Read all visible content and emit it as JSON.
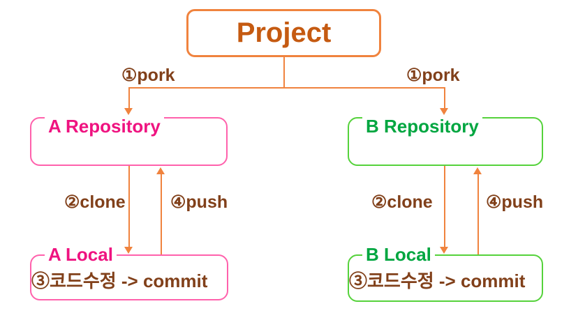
{
  "diagram": {
    "description": "Git fork / clone / push workflow diagram",
    "nodes": {
      "project": {
        "label": "Project"
      },
      "repo_a": {
        "label": "A Repository"
      },
      "repo_b": {
        "label": "B Repository"
      },
      "local_a": {
        "label": "A Local",
        "note": "③코드수정 -> commit"
      },
      "local_b": {
        "label": "B Local",
        "note": "③코드수정 -> commit"
      }
    },
    "edges": {
      "fork_left": {
        "label": "①pork",
        "from": "project",
        "to": "repo_a"
      },
      "fork_right": {
        "label": "①pork",
        "from": "project",
        "to": "repo_b"
      },
      "clone_left": {
        "label": "②clone",
        "from": "repo_a",
        "to": "local_a"
      },
      "push_left": {
        "label": "④push",
        "from": "local_a",
        "to": "repo_a"
      },
      "clone_right": {
        "label": "②clone",
        "from": "repo_b",
        "to": "local_b"
      },
      "push_right": {
        "label": "④push",
        "from": "local_b",
        "to": "repo_b"
      }
    },
    "colors": {
      "connector_orange": "#F0833E",
      "project_text": "#C55A11",
      "edge_label_brown": "#81401A",
      "repo_a_border": "#FF61AC",
      "repo_a_text": "#EF1380",
      "repo_b_border": "#55D23B",
      "repo_b_text": "#00A640"
    }
  }
}
